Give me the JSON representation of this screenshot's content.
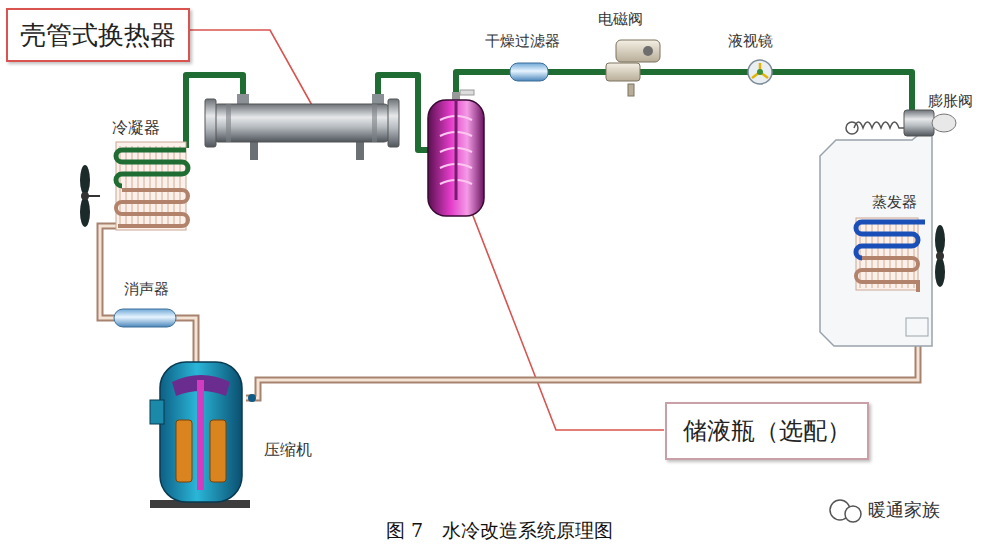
{
  "diagram": {
    "caption": "图 7　水冷改造系统原理图",
    "nodes": [
      {
        "text": [
          "壳管式换热器"
        ]
      },
      {
        "text": [
          "储液瓶（选配）"
        ]
      }
    ],
    "labels": [
      "冷凝器",
      "干燥过滤器",
      "电磁阀",
      "液视镜",
      "膨胀阀",
      "蒸发器",
      "消声器",
      "压缩机",
      "暖通家族"
    ]
  }
}
